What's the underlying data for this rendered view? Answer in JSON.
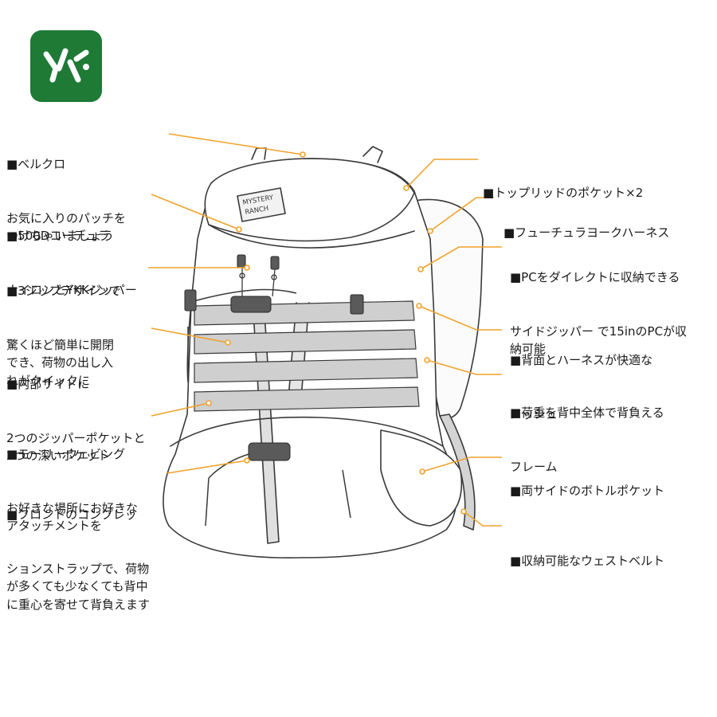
{
  "colors": {
    "logo_bg": "#1e7a35",
    "leader": "#f0a22b",
    "outline": "#3a3a3a",
    "webbing": "#c9c9c9",
    "text": "#1a1a1a"
  },
  "logo": {
    "icon": "logo-mark-icon"
  },
  "brand_patch": {
    "line1": "MYSTERY",
    "line2": "RANCH"
  },
  "callouts_left": [
    {
      "title": "■ベルクロ",
      "body": "お気に入りのパッチを\nつけちゃいましょう"
    },
    {
      "title": "■500Dコーデュラ",
      "body": "ナイロンとYKKジッパー"
    },
    {
      "title": "■3ジップデザインで",
      "body": "驚くほど簡単に開閉\nでき、荷物の出し入\nれがクイックに"
    },
    {
      "title": "■内部サイドに",
      "body": "2つのジッパーポケットと\n2つの深いポケット"
    },
    {
      "title": "■モーリーウェビング",
      "body": "お好きな場所にお好きな\nアタッチメントを"
    },
    {
      "title": "■フロントのコンプレッ",
      "body": "ションストラップで、荷物\nが多くても少なくても背中\nに重心を寄せて背負えます"
    }
  ],
  "callouts_right": [
    {
      "title": "■トップリッドのポケット×2",
      "body": ""
    },
    {
      "title": "■フューチュラヨークハーネス",
      "body": ""
    },
    {
      "title": "■PCをダイレクトに収納できる",
      "body": "サイドジッパー で15inのPCが収\n納可能"
    },
    {
      "title": "■背面とハーネスが快適な",
      "body": "メッシュ"
    },
    {
      "title": "■荷重を背中全体で背負える",
      "body": "フレーム"
    },
    {
      "title": "■両サイドのボトルポケット",
      "body": ""
    },
    {
      "title": "■収納可能なウェストベルト",
      "body": ""
    }
  ]
}
